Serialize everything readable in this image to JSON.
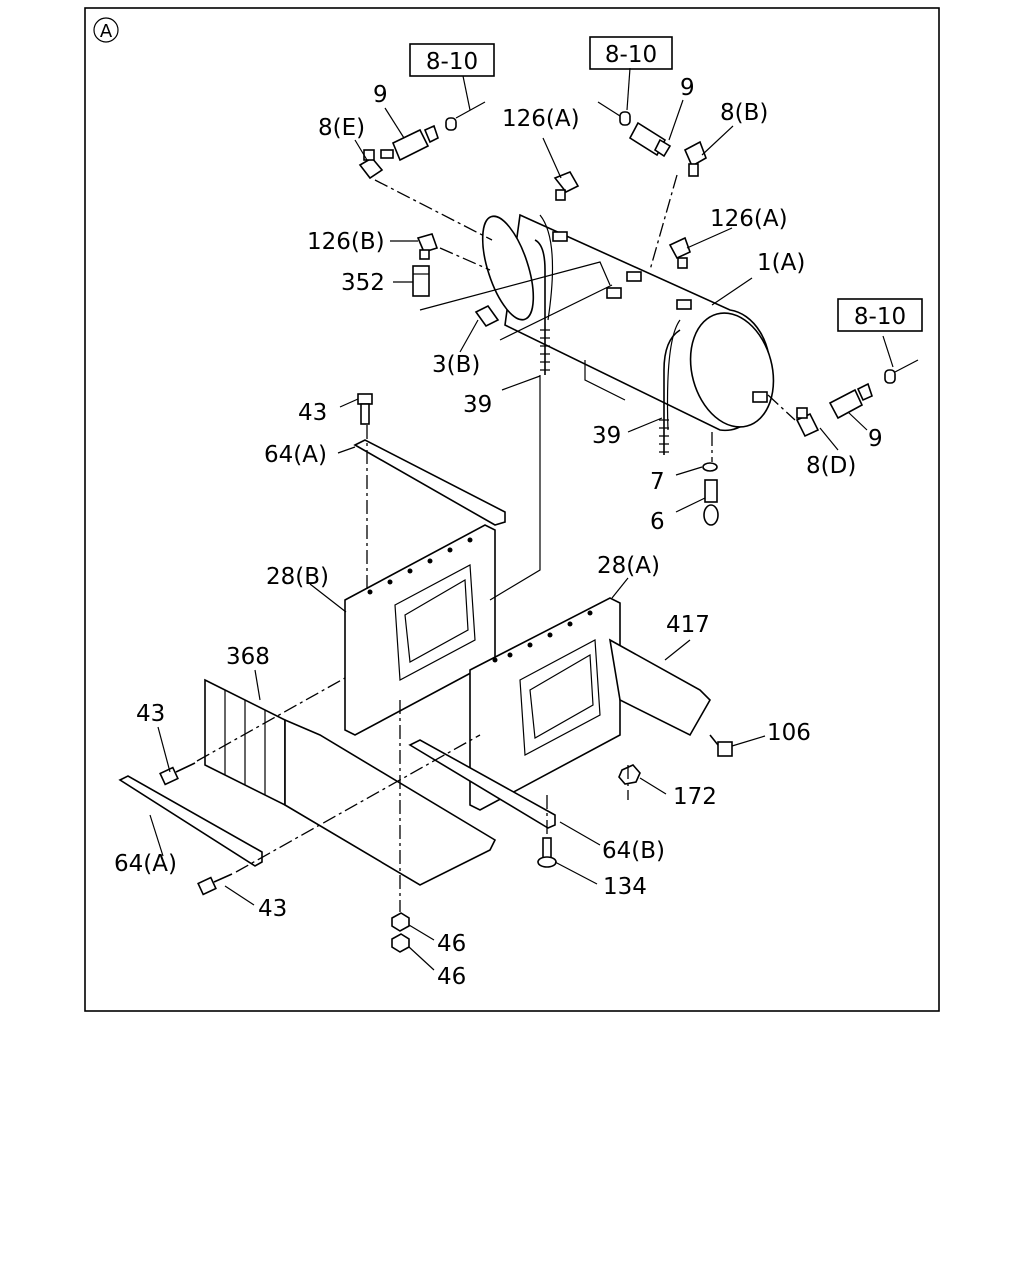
{
  "view_marker": "A",
  "reference_boxes": [
    "8-10",
    "8-10",
    "8-10"
  ],
  "labels": {
    "p8E": "8(E)",
    "p9_left": "9",
    "p9_mid": "9",
    "p8B": "8(B)",
    "p126A_top": "126(A)",
    "p126A_right": "126(A)",
    "p126B": "126(B)",
    "p352": "352",
    "p3B": "3(B)",
    "p1A": "1(A)",
    "p39_left": "39",
    "p39_right": "39",
    "p9_right": "9",
    "p8D": "8(D)",
    "p7": "7",
    "p6": "6",
    "p43_top": "43",
    "p64A_top": "64(A)",
    "p28B": "28(B)",
    "p28A": "28(A)",
    "p417": "417",
    "p368": "368",
    "p43_left": "43",
    "p106": "106",
    "p172": "172",
    "p64B": "64(B)",
    "p64A_bottom": "64(A)",
    "p134": "134",
    "p43_bottom": "43",
    "p46_top": "46",
    "p46_bottom": "46"
  }
}
